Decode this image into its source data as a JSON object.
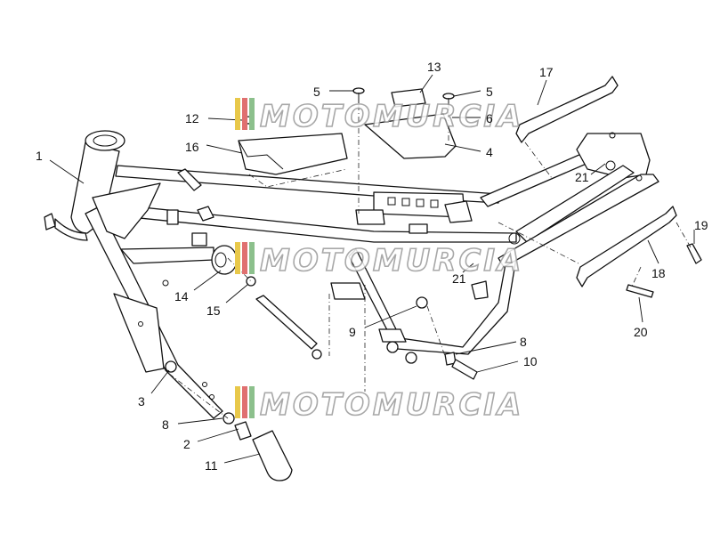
{
  "diagram": {
    "callouts": [
      "1",
      "2",
      "3",
      "4",
      "5",
      "5",
      "6",
      "8",
      "8",
      "9",
      "10",
      "11",
      "12",
      "13",
      "14",
      "15",
      "16",
      "17",
      "18",
      "19",
      "20",
      "21",
      "21"
    ]
  },
  "watermark": {
    "text": "MOTOMURCIA",
    "stripe_colors": [
      "#e8c84a",
      "#e07070",
      "#8cc08c"
    ]
  }
}
